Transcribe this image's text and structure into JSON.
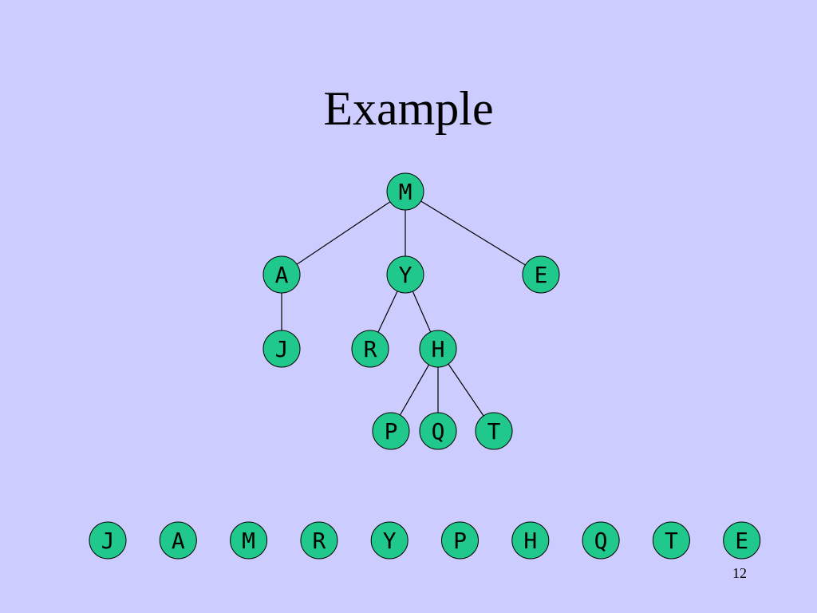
{
  "slide": {
    "title": "Example",
    "page_number": "12"
  },
  "colors": {
    "background": "#ccccff",
    "node_fill": "#21c88b",
    "node_stroke": "#000000",
    "edge": "#000000"
  },
  "tree": {
    "nodes": [
      {
        "id": "M",
        "label": "M"
      },
      {
        "id": "A",
        "label": "A"
      },
      {
        "id": "Y",
        "label": "Y"
      },
      {
        "id": "E",
        "label": "E"
      },
      {
        "id": "J",
        "label": "J"
      },
      {
        "id": "R",
        "label": "R"
      },
      {
        "id": "H",
        "label": "H"
      },
      {
        "id": "P",
        "label": "P"
      },
      {
        "id": "Q",
        "label": "Q"
      },
      {
        "id": "T",
        "label": "T"
      }
    ],
    "edges": [
      [
        "M",
        "A"
      ],
      [
        "M",
        "Y"
      ],
      [
        "M",
        "E"
      ],
      [
        "A",
        "J"
      ],
      [
        "Y",
        "R"
      ],
      [
        "Y",
        "H"
      ],
      [
        "H",
        "P"
      ],
      [
        "H",
        "Q"
      ],
      [
        "H",
        "T"
      ]
    ]
  },
  "sequence": [
    "J",
    "A",
    "M",
    "R",
    "Y",
    "P",
    "H",
    "Q",
    "T",
    "E"
  ]
}
